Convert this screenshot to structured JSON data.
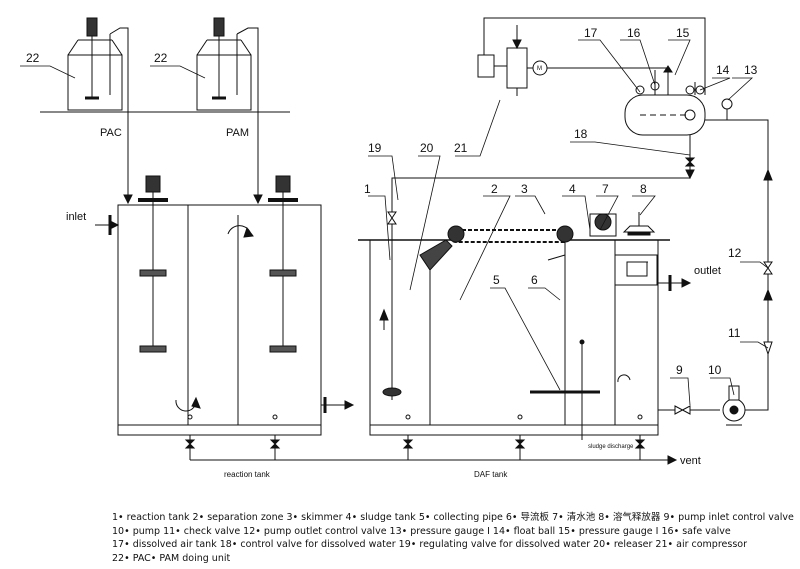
{
  "labels": {
    "inlet": "inlet",
    "outlet": "outlet",
    "pac": "PAC",
    "pam": "PAM",
    "vent": "vent",
    "reaction_tank": "reaction tank",
    "daf_tank": "DAF tank",
    "sludge_discharge": "sludge discharge",
    "m": "M"
  },
  "callouts": [
    "1",
    "2",
    "3",
    "4",
    "5",
    "6",
    "7",
    "8",
    "9",
    "10",
    "11",
    "12",
    "13",
    "14",
    "15",
    "16",
    "17",
    "18",
    "19",
    "20",
    "21",
    "22"
  ],
  "legend": [
    "1• reaction tank  2• separation zone  3• skimmer  4• sludge tank  5• collecting pipe  6• 导流板  7• 清水池  8• 溶气释放器  9• pump inlet control valve",
    "10• pump  11• check valve  12• pump outlet control valve  13• pressure gauge I  14• float ball  15• pressure gauge I  16• safe valve",
    "17• dissolved air tank  18• control valve for dissolved water  19• regulating valve for dissolved water  20• releaser  21• air compressor",
    "22• PAC• PAM doing unit"
  ]
}
